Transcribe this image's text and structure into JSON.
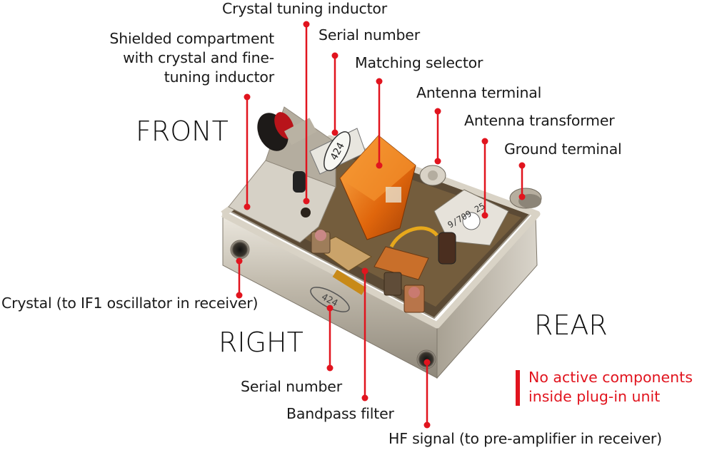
{
  "labels": {
    "crystal_tuning_inductor": "Crystal tuning inductor",
    "shielded_compartment": [
      "Shielded compartment",
      "with crystal and fine-",
      "tuning inductor"
    ],
    "serial_number_top": "Serial number",
    "matching_selector": "Matching selector",
    "antenna_terminal": "Antenna terminal",
    "antenna_transformer": "Antenna transformer",
    "ground_terminal": "Ground terminal",
    "crystal_output": "Crystal (to IF1 oscillator in receiver)",
    "serial_number_bottom": "Serial number",
    "bandpass_filter": "Bandpass filter",
    "hf_signal": "HF signal (to pre-amplifier in receiver)"
  },
  "sides": {
    "front": "FRONT",
    "right": "RIGHT",
    "rear": "REAR"
  },
  "note": [
    "No active components",
    "inside plug-in unit"
  ],
  "markings": {
    "crystal_serial": "424",
    "case_serial": "424",
    "transformer_code": "9/709 25"
  },
  "colors": {
    "accent": "#e1141e",
    "metal": "#c9c2b5",
    "amber": "#e67a12"
  }
}
